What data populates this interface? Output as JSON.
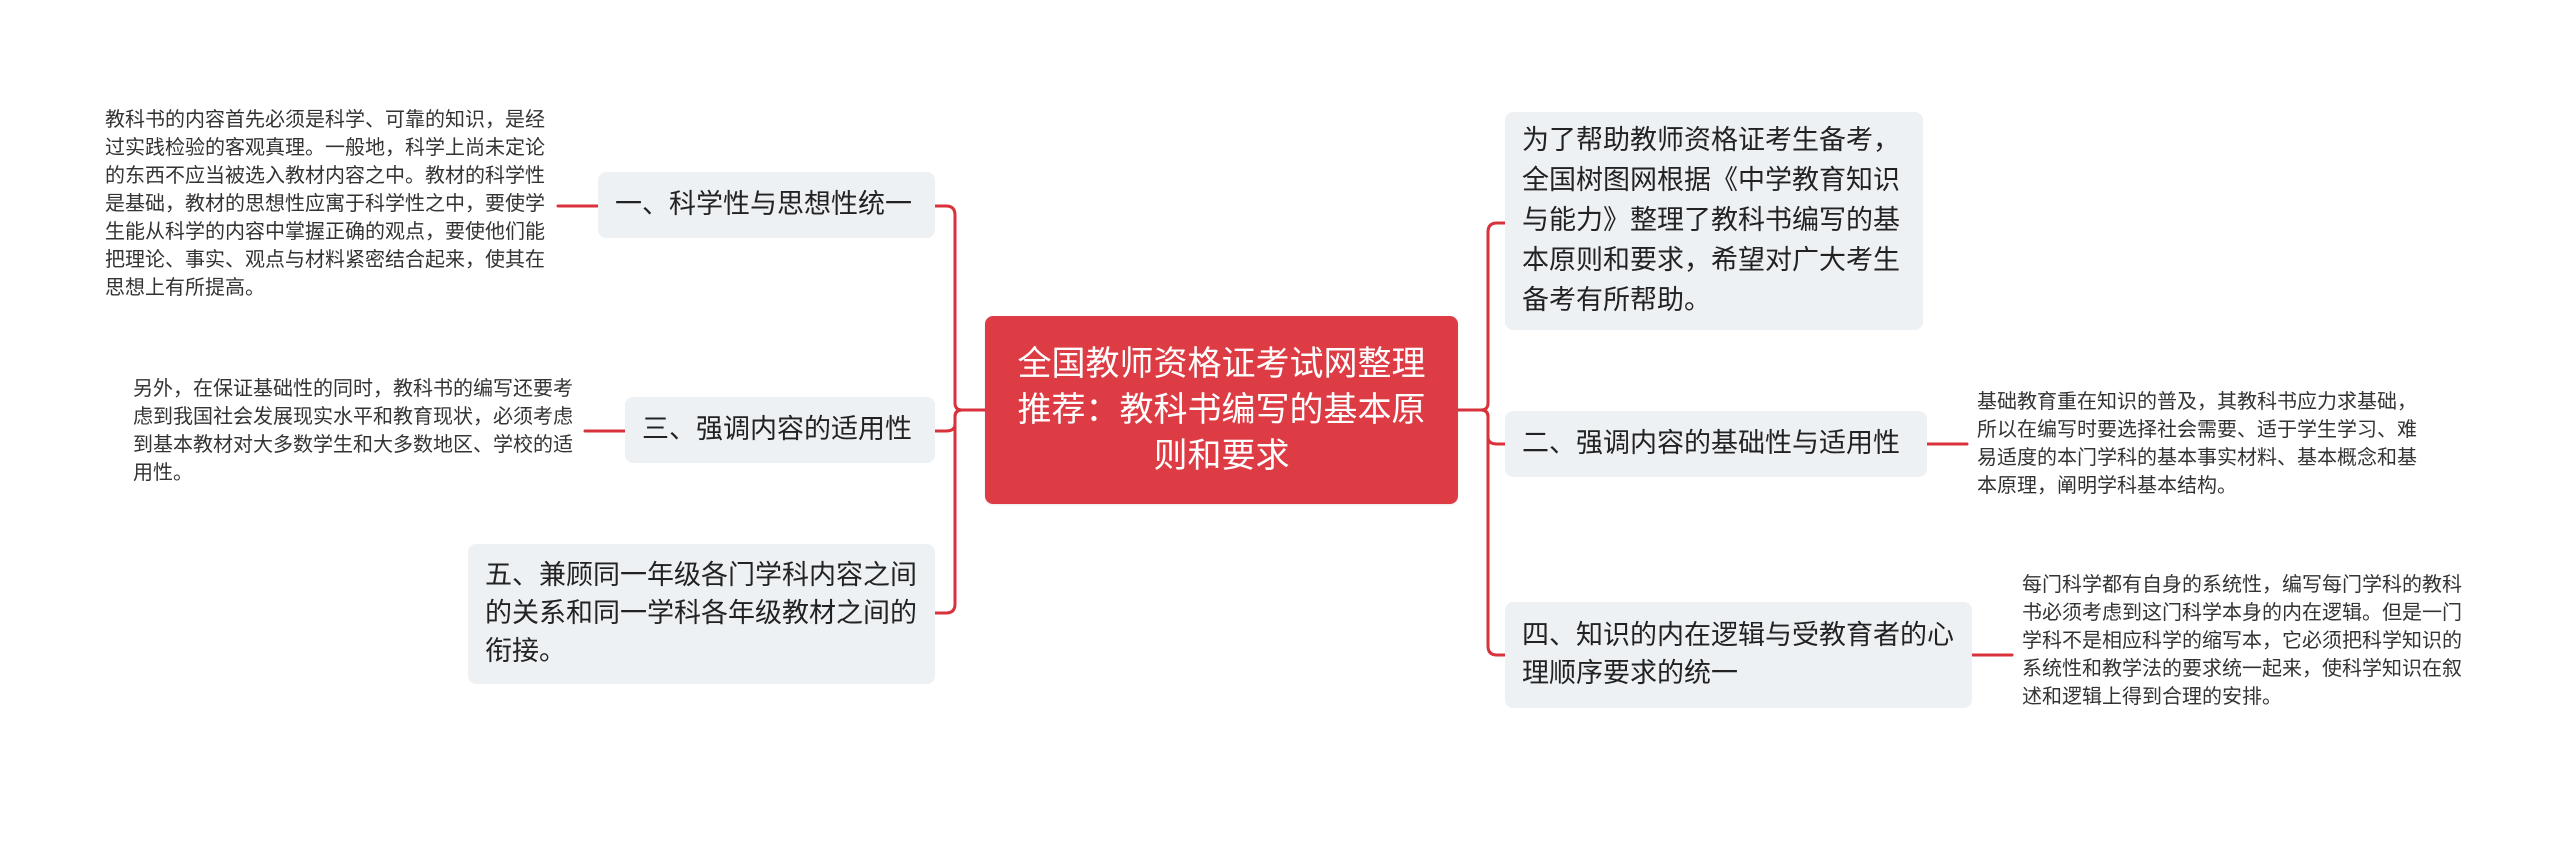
{
  "mindmap": {
    "root": {
      "text": "全国教师资格证考试网整理推荐：教科书编写的基本原则和要求"
    },
    "left": [
      {
        "label": "一、科学性与思想性统一",
        "detail": "教科书的内容首先必须是科学、可靠的知识，是经过实践检验的客观真理。一般地，科学上尚未定论的东西不应当被选入教材内容之中。教材的科学性是基础，教材的思想性应寓于科学性之中，要使学生能从科学的内容中掌握正确的观点，要使他们能把理论、事实、观点与材料紧密结合起来，使其在思想上有所提高。"
      },
      {
        "label": "三、强调内容的适用性",
        "detail": "另外，在保证基础性的同时，教科书的编写还要考虑到我国社会发展现实水平和教育现状，必须考虑到基本教材对大多数学生和大多数地区、学校的适用性。"
      },
      {
        "label": "五、兼顾同一年级各门学科内容之间的关系和同一学科各年级教材之间的衔接。"
      }
    ],
    "right": [
      {
        "label": "为了帮助教师资格证考生备考，全国树图网根据《中学教育知识与能力》整理了教科书编写的基本原则和要求，希望对广大考生备考有所帮助。"
      },
      {
        "label": "二、强调内容的基础性与适用性",
        "detail": "基础教育重在知识的普及，其教科书应力求基础，所以在编写时要选择社会需要、适于学生学习、难易适度的本门学科的基本事实材料、基本概念和基本原理，阐明学科基本结构。"
      },
      {
        "label": "四、知识的内在逻辑与受教育者的心理顺序要求的统一",
        "detail": "每门科学都有自身的系统性，编写每门学科的教科书必须考虑到这门科学本身的内在逻辑。但是一门学科不是相应科学的缩写本，它必须把科学知识的系统性和教学法的要求统一起来，使科学知识在叙述和逻辑上得到合理的安排。"
      }
    ]
  },
  "colors": {
    "root_background": "#de3c45",
    "root_text": "#ffffff",
    "connector": "#d8323c",
    "branch_background": "#eef1f4",
    "branch_text": "#222222",
    "leaf_text": "#333333"
  }
}
